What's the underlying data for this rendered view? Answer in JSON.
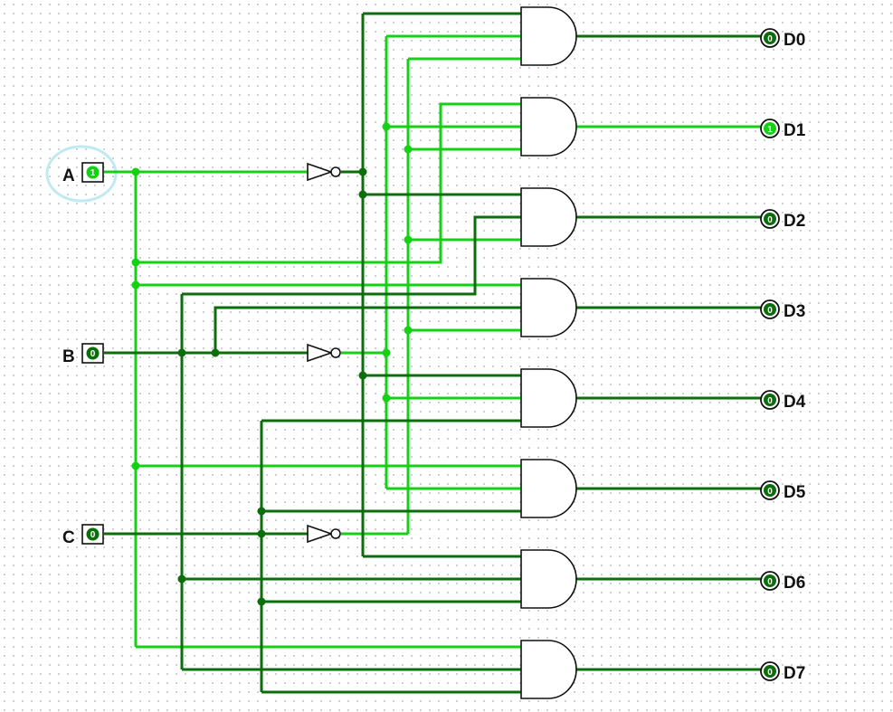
{
  "colors": {
    "wire_high": "#14d114",
    "wire_low": "#0b6e0b",
    "selection": "#bfeaf2"
  },
  "inputs": [
    {
      "label": "A",
      "value": "1"
    },
    {
      "label": "B",
      "value": "0"
    },
    {
      "label": "C",
      "value": "0"
    }
  ],
  "outputs": [
    {
      "label": "D0",
      "value": "0"
    },
    {
      "label": "D1",
      "value": "1"
    },
    {
      "label": "D2",
      "value": "0"
    },
    {
      "label": "D3",
      "value": "0"
    },
    {
      "label": "D4",
      "value": "0"
    },
    {
      "label": "D5",
      "value": "0"
    },
    {
      "label": "D6",
      "value": "0"
    },
    {
      "label": "D7",
      "value": "0"
    }
  ]
}
